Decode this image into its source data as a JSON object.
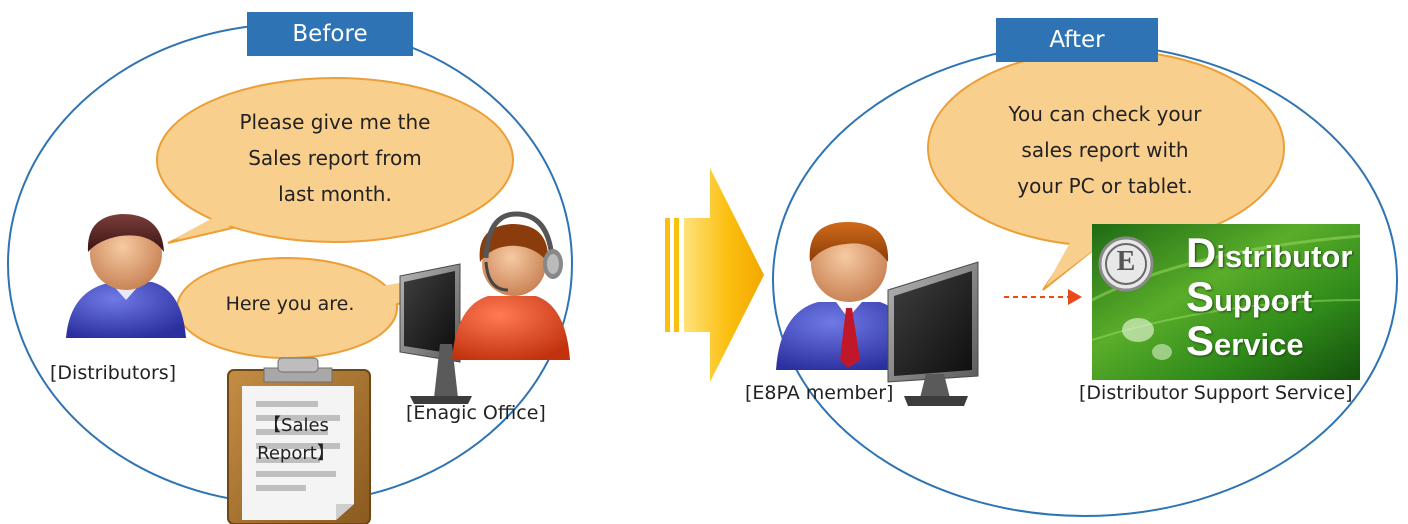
{
  "before": {
    "tab": "Before",
    "speech_1": [
      "Please give me the",
      "Sales report from",
      "last month."
    ],
    "speech_2": "Here you are.",
    "label_distributors": "[Distributors]",
    "label_office": "[Enagic Office]",
    "report_lines": [
      "【Sales",
      "Report】"
    ]
  },
  "after": {
    "tab": "After",
    "speech": [
      "You can check your",
      "sales report with",
      "your PC or tablet."
    ],
    "label_member": "[E8PA member]",
    "label_dss": "[Distributor Support Service]",
    "dss_logo": {
      "emblem": "E",
      "line1_cap": "D",
      "line1_rest": "istributor",
      "line2_cap": "S",
      "line2_rest": "upport",
      "line3_cap": "S",
      "line3_rest": "ervice"
    }
  },
  "colors": {
    "ellipse_stroke": "#2e74b5",
    "tab_fill": "#2e74b5",
    "bubble_fill": "#f9cf8e",
    "bubble_stroke": "#ec9f36",
    "arrow_fill": "#fbbf10",
    "dashed_arrow": "#e84a1c"
  },
  "icons": [
    "distributor-person-icon",
    "operator-headset-icon",
    "computer-monitor-icon",
    "clipboard-report-icon",
    "big-right-arrow-icon",
    "e8pa-member-person-icon",
    "dss-logo-image"
  ]
}
